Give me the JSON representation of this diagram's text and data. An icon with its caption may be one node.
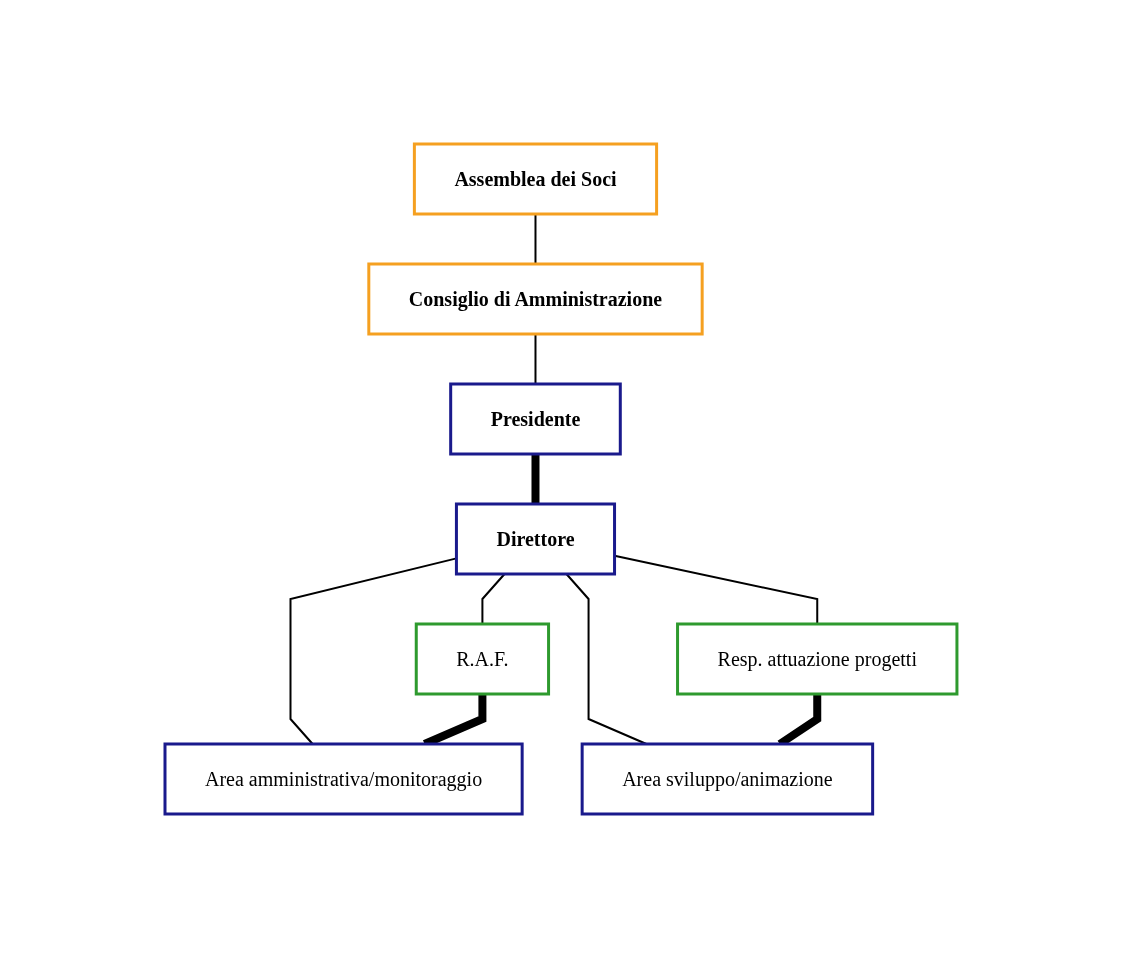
{
  "diagram": {
    "nodes": [
      {
        "text": [
          "Assemblea dei Soci"
        ]
      },
      {
        "text": [
          "Consiglio di Amministrazione"
        ]
      },
      {
        "text": [
          "Presidente"
        ]
      },
      {
        "text": [
          "Direttore"
        ]
      },
      {
        "text": [
          "R.A.F."
        ]
      },
      {
        "text": [
          "Resp. attuazione progetti"
        ]
      },
      {
        "text": [
          "Area amministrativa/monitoraggio"
        ]
      },
      {
        "text": [
          "Area sviluppo/animazione"
        ]
      }
    ],
    "edges": [
      {
        "from": 0,
        "to": 1,
        "arrow": "none"
      },
      {
        "from": 1,
        "to": 2,
        "arrow": "none"
      },
      {
        "from": 2,
        "to": 3,
        "arrow": "none",
        "style": "thick"
      },
      {
        "from": 3,
        "to": 4,
        "arrow": "none"
      },
      {
        "from": 3,
        "to": 5,
        "arrow": "none"
      },
      {
        "from": 3,
        "to": 6,
        "arrow": "none"
      },
      {
        "from": 3,
        "to": 7,
        "arrow": "none"
      },
      {
        "from": 4,
        "to": 6,
        "arrow": "none",
        "style": "thick"
      },
      {
        "from": 5,
        "to": 7,
        "arrow": "none",
        "style": "thick"
      }
    ]
  }
}
